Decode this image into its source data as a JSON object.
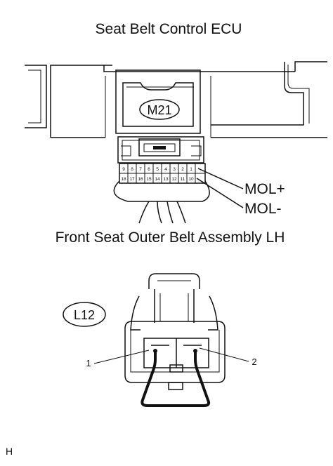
{
  "titles": {
    "ecu": "Seat Belt Control ECU",
    "belt": "Front Seat Outer Belt Assembly LH"
  },
  "connectors": {
    "ecu_code": "M21",
    "belt_code": "L12"
  },
  "terminals": {
    "ecu_top_row": [
      "9",
      "8",
      "7",
      "6",
      "5",
      "4",
      "3",
      "2",
      "1"
    ],
    "ecu_bottom_row": [
      "18",
      "17",
      "16",
      "15",
      "14",
      "13",
      "12",
      "11",
      "10"
    ],
    "mol_plus": "MOL+",
    "mol_minus": "MOL-",
    "belt_pin_1": "1",
    "belt_pin_2": "2"
  },
  "corner_mark": "H"
}
